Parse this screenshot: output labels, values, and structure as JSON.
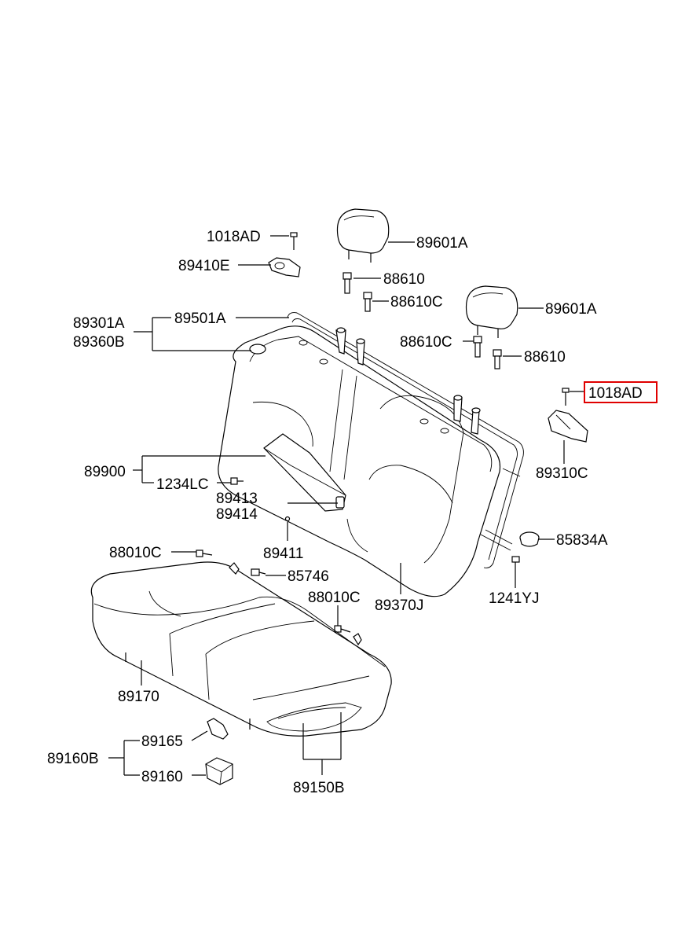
{
  "labels": {
    "l1018ad_top": "1018AD",
    "l89410e": "89410E",
    "l89601a_top": "89601A",
    "l88610_a": "88610",
    "l88610c_a": "88610C",
    "l89601a_right": "89601A",
    "l89301a": "89301A",
    "l89360b": "89360B",
    "l89501a": "89501A",
    "l88610c_b": "88610C",
    "l88610_b": "88610",
    "l1018ad_right": "1018AD",
    "l89310c": "89310C",
    "l89900": "89900",
    "l1234lc": "1234LC",
    "l89413": "89413",
    "l89414": "89414",
    "l89411": "89411",
    "l85834a": "85834A",
    "l88010c_a": "88010C",
    "l85746": "85746",
    "l88010c_b": "88010C",
    "l89370j": "89370J",
    "l1241yj": "1241YJ",
    "l89170": "89170",
    "l89165": "89165",
    "l89160b": "89160B",
    "l89160": "89160",
    "l89150b": "89150B"
  },
  "highlight_color": "#e00000"
}
